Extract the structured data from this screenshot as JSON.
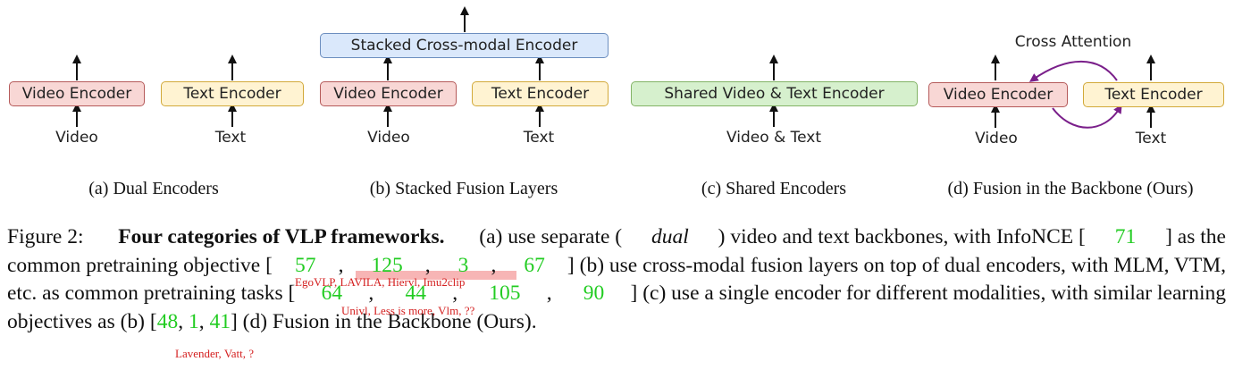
{
  "panels": {
    "a": {
      "video_encoder": "Video Encoder",
      "text_encoder": "Text Encoder",
      "video_input": "Video",
      "text_input": "Text",
      "caption": "(a) Dual Encoders"
    },
    "b": {
      "stacked": "Stacked Cross-modal Encoder",
      "video_encoder": "Video Encoder",
      "text_encoder": "Text Encoder",
      "video_input": "Video",
      "text_input": "Text",
      "caption": "(b) Stacked Fusion Layers"
    },
    "c": {
      "shared": "Shared Video & Text Encoder",
      "input": "Video & Text",
      "caption": "(c) Shared Encoders"
    },
    "d": {
      "cross_attention": "Cross Attention",
      "video_encoder": "Video Encoder",
      "text_encoder": "Text Encoder",
      "video_input": "Video",
      "text_input": "Text",
      "caption": "(d) Fusion in the Backbone (Ours)"
    }
  },
  "colors": {
    "cross_attention_arrow": "#7a1f8a",
    "citation": "#22cc22",
    "annotation": "#d42020"
  },
  "caption": {
    "line1": {
      "prefix": "Figure 2: ",
      "bold": "Four categories of VLP frameworks.",
      "t1": " (a) use separate (",
      "italic": "dual",
      "t2": ") video and text backbones, with InfoNCE [",
      "c1": "71",
      "t3": "] as the"
    },
    "line2": {
      "t1": "common pretraining objective [",
      "c1": "57",
      "s1": ", ",
      "c2": "125",
      "s2": ", ",
      "c3": "3",
      "s3": ", ",
      "c4": "67",
      "t2": "] (b) use cross-modal fusion layers on top of dual encoders, with MLM, VTM,"
    },
    "line3": {
      "t1": "etc. as common pretraining tasks [",
      "c1": "64",
      "s1": ", ",
      "c2": "44",
      "s2": ", ",
      "c3": "105",
      "s3": ", ",
      "c4": "90",
      "t2": "] (c) use a single encoder for different modalities, with similar learning"
    },
    "line4": {
      "t1": "objectives as (b) [",
      "c1": "48",
      "s1": ", ",
      "c2": "1",
      "s2": ", ",
      "c3": "41",
      "t2": "] (d) Fusion in the Backbone (Ours)."
    }
  },
  "annotations": {
    "note1": "EgoVLP, LAVILA, Hiervl, Imu2clip",
    "note2": "Univl, Less is more, Vlm, ??",
    "note3": "Lavender, Vatt, ?"
  }
}
